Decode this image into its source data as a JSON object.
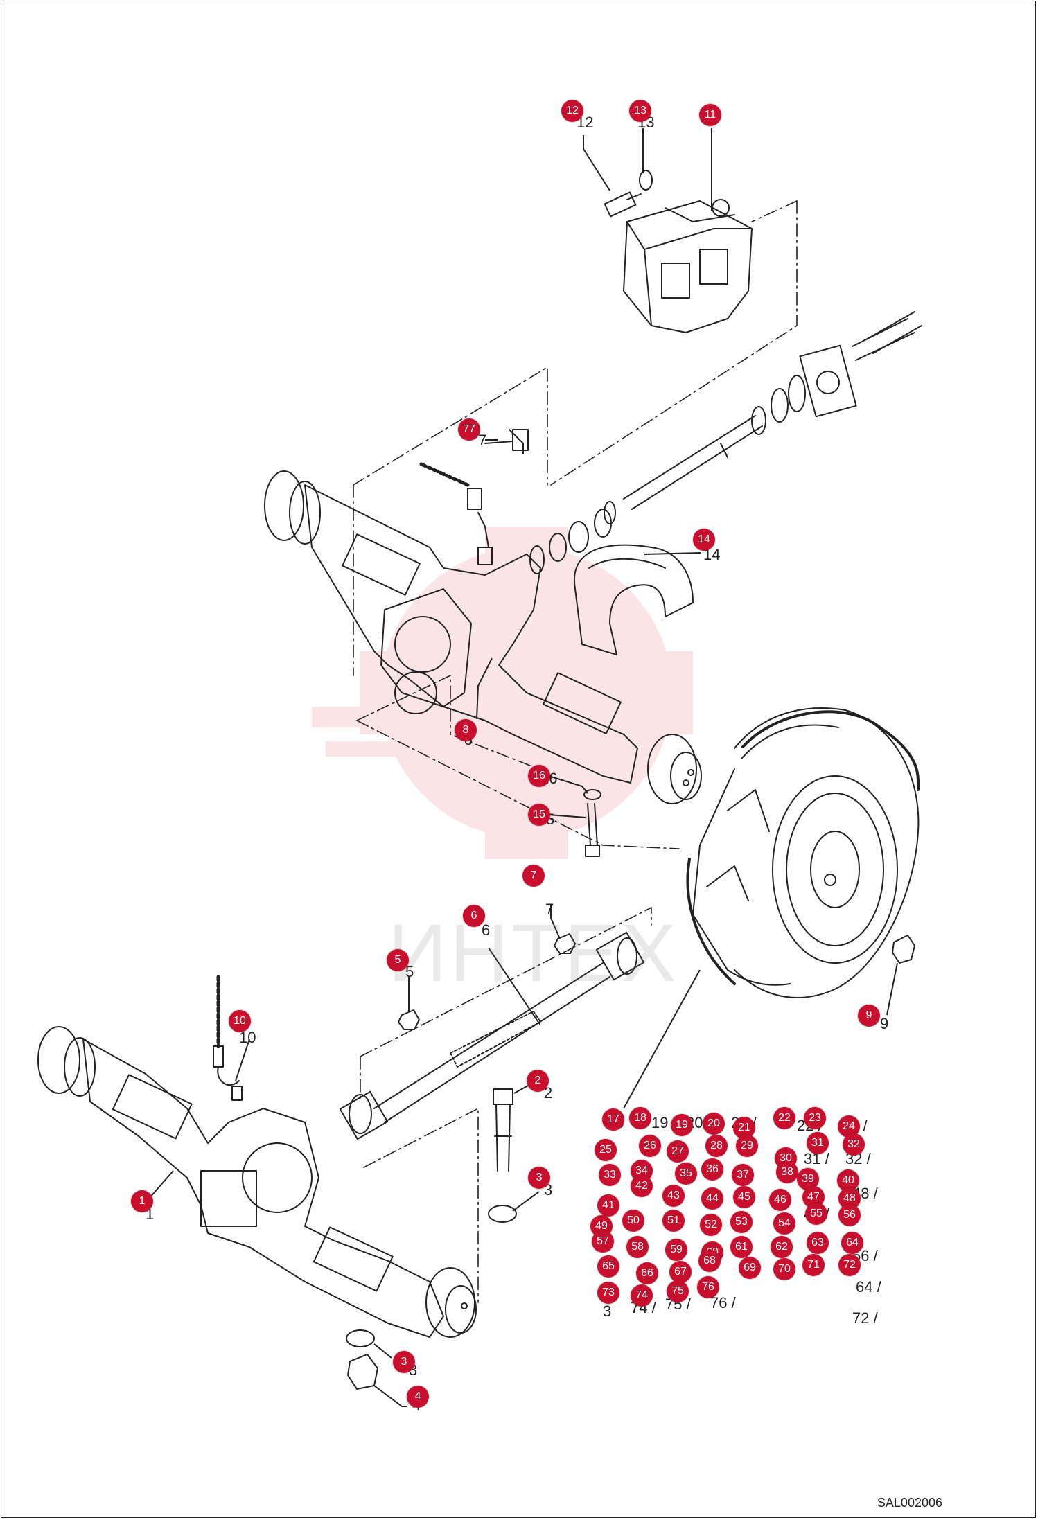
{
  "watermark": {
    "text": "ИНТЕХ",
    "color": "#e63946"
  },
  "drawing_code": "SAL002006",
  "accent_color": "#c8102e",
  "callouts": [
    {
      "key": "c12",
      "label": "12"
    },
    {
      "key": "c13",
      "label": "13"
    },
    {
      "key": "c11",
      "label": "11"
    },
    {
      "key": "c77",
      "label": "77"
    },
    {
      "key": "c14",
      "label": "14"
    },
    {
      "key": "c8",
      "label": "8"
    },
    {
      "key": "c16",
      "label": "16"
    },
    {
      "key": "c15",
      "label": "15"
    },
    {
      "key": "c7",
      "label": "7"
    },
    {
      "key": "c6",
      "label": "6"
    },
    {
      "key": "c5",
      "label": "5"
    },
    {
      "key": "c10",
      "label": "10"
    },
    {
      "key": "c9",
      "label": "9"
    },
    {
      "key": "c2",
      "label": "2"
    },
    {
      "key": "c1",
      "label": "1"
    },
    {
      "key": "c3a",
      "label": "3"
    },
    {
      "key": "c3b",
      "label": "3"
    },
    {
      "key": "c4",
      "label": "4"
    },
    {
      "key": "c17",
      "label": "17"
    },
    {
      "key": "c18",
      "label": "18"
    },
    {
      "key": "c19",
      "label": "19"
    },
    {
      "key": "c20",
      "label": "20"
    },
    {
      "key": "c21",
      "label": "21"
    },
    {
      "key": "c22",
      "label": "22"
    },
    {
      "key": "c23",
      "label": "23"
    },
    {
      "key": "c24",
      "label": "24"
    },
    {
      "key": "c25",
      "label": "25"
    },
    {
      "key": "c26",
      "label": "26"
    },
    {
      "key": "c27",
      "label": "27"
    },
    {
      "key": "c28",
      "label": "28"
    },
    {
      "key": "c29",
      "label": "29"
    },
    {
      "key": "c30",
      "label": "30"
    },
    {
      "key": "c31",
      "label": "31"
    },
    {
      "key": "c32",
      "label": "32"
    },
    {
      "key": "c33",
      "label": "33"
    },
    {
      "key": "c34",
      "label": "34"
    },
    {
      "key": "c35",
      "label": "35"
    },
    {
      "key": "c36",
      "label": "36"
    },
    {
      "key": "c37",
      "label": "37"
    },
    {
      "key": "c38",
      "label": "38"
    },
    {
      "key": "c39",
      "label": "39"
    },
    {
      "key": "c40",
      "label": "40"
    },
    {
      "key": "c41",
      "label": "41"
    },
    {
      "key": "c42",
      "label": "42"
    },
    {
      "key": "c43",
      "label": "43"
    },
    {
      "key": "c44",
      "label": "44"
    },
    {
      "key": "c45",
      "label": "45"
    },
    {
      "key": "c46",
      "label": "46"
    },
    {
      "key": "c47",
      "label": "47"
    },
    {
      "key": "c48",
      "label": "48"
    },
    {
      "key": "c49",
      "label": "49"
    },
    {
      "key": "c50",
      "label": "50"
    },
    {
      "key": "c51",
      "label": "51"
    },
    {
      "key": "c52",
      "label": "52"
    },
    {
      "key": "c53",
      "label": "53"
    },
    {
      "key": "c54",
      "label": "54"
    },
    {
      "key": "c55",
      "label": "55"
    },
    {
      "key": "c56",
      "label": "56"
    },
    {
      "key": "c57",
      "label": "57"
    },
    {
      "key": "c58",
      "label": "58"
    },
    {
      "key": "c59",
      "label": "59"
    },
    {
      "key": "c60",
      "label": "60"
    },
    {
      "key": "c61",
      "label": "61"
    },
    {
      "key": "c62",
      "label": "62"
    },
    {
      "key": "c63",
      "label": "63"
    },
    {
      "key": "c64",
      "label": "64"
    },
    {
      "key": "c65",
      "label": "65"
    },
    {
      "key": "c66",
      "label": "66"
    },
    {
      "key": "c67",
      "label": "67"
    },
    {
      "key": "c68",
      "label": "68"
    },
    {
      "key": "c69",
      "label": "69"
    },
    {
      "key": "c70",
      "label": "70"
    },
    {
      "key": "c71",
      "label": "71"
    },
    {
      "key": "c72",
      "label": "72"
    },
    {
      "key": "c73",
      "label": "73"
    },
    {
      "key": "c74",
      "label": "74"
    },
    {
      "key": "c75",
      "label": "75"
    },
    {
      "key": "c76",
      "label": "76"
    }
  ]
}
